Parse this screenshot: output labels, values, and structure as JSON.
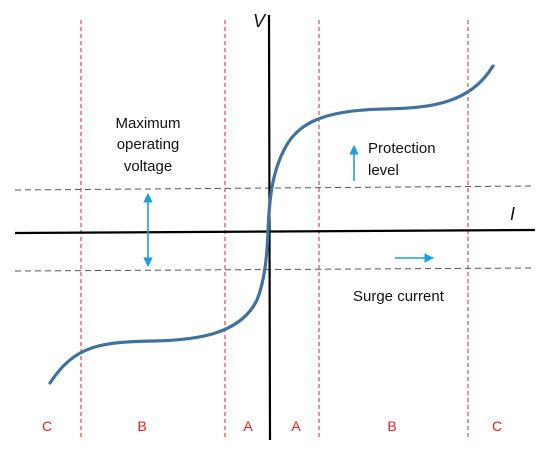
{
  "axes": {
    "vertical_label": "V",
    "horizontal_label": "I"
  },
  "annotations": {
    "max_operating_voltage": [
      "Maximum",
      "operating",
      "voltage"
    ],
    "protection_level": [
      "Protection",
      "level"
    ],
    "surge_current": "Surge current"
  },
  "regions": [
    "C",
    "B",
    "A",
    "A",
    "B",
    "C"
  ],
  "colors": {
    "curve": "#41729f",
    "axis": "#000000",
    "region_line": "#e02020",
    "region_label": "#e02020",
    "dashed_level": "#555555",
    "arrow": "#1aa0dc",
    "text": "#111111"
  }
}
